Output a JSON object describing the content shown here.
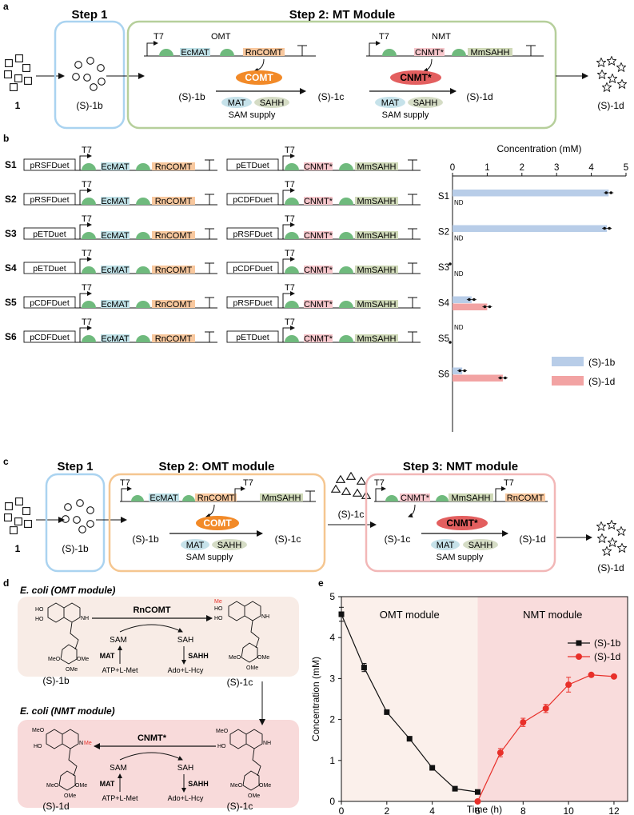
{
  "panel_a": {
    "letter": "a",
    "step1": "Step 1",
    "step2": "Step 2: MT Module",
    "start_label": "1",
    "s1b": "(S)-1b",
    "t7": "T7",
    "omt": "OMT",
    "nmt": "NMT",
    "ecmat": "EcMAT",
    "rncomt": "RnCOMT",
    "cnmt": "CNMT*",
    "mmsahh": "MmSAHH",
    "comt": "COMT",
    "cnmt_enzyme": "CNMT*",
    "mat": "MAT",
    "sahh": "SAHH",
    "sam_supply": "SAM supply",
    "s1c": "(S)-1c",
    "s1d": "(S)-1d"
  },
  "panel_b": {
    "letter": "b",
    "strains": [
      {
        "name": "S1",
        "p1": "pRSFDuet",
        "p2": "pETDuet"
      },
      {
        "name": "S2",
        "p1": "pRSFDuet",
        "p2": "pCDFDuet"
      },
      {
        "name": "S3",
        "p1": "pETDuet",
        "p2": "pRSFDuet"
      },
      {
        "name": "S4",
        "p1": "pETDuet",
        "p2": "pCDFDuet"
      },
      {
        "name": "S5",
        "p1": "pCDFDuet",
        "p2": "pRSFDuet"
      },
      {
        "name": "S6",
        "p1": "pCDFDuet",
        "p2": "pETDuet"
      }
    ],
    "t7": "T7",
    "ecmat": "EcMAT",
    "rncomt": "RnCOMT",
    "cnmt": "CNMT*",
    "mmsahh": "MmSAHH",
    "nd": "ND"
  },
  "panel_c": {
    "letter": "c",
    "step1": "Step 1",
    "step2": "Step 2: OMT module",
    "step3": "Step 3: NMT module",
    "start_label": "1",
    "s1b": "(S)-1b",
    "s1c": "(S)-1c",
    "s1d": "(S)-1d",
    "t7": "T7",
    "ecmat": "EcMAT",
    "rncomt": "RnCOMT",
    "mmsahh": "MmSAHH",
    "cnmt": "CNMT*",
    "comt": "COMT",
    "cnmt_enzyme": "CNMT*",
    "mat": "MAT",
    "sahh": "SAHH",
    "sam_supply": "SAM supply"
  },
  "panel_d": {
    "letter": "d",
    "omt_title": "E. coli (OMT module)",
    "nmt_title": "E. coli (NMT module)",
    "rncomt": "RnCOMT",
    "cnmt": "CNMT*",
    "sam": "SAM",
    "sah": "SAH",
    "mat": "MAT",
    "sahh": "SAHH",
    "atp": "ATP+L-Met",
    "ado": "Ado+L-Hcy",
    "s1b": "(S)-1b",
    "s1c": "(S)-1c",
    "s1d": "(S)-1d",
    "ho": "HO",
    "meo": "MeO",
    "ome": "OMe",
    "nh": "NH",
    "n": "N",
    "me": "Me"
  },
  "panel_e": {
    "letter": "e",
    "omt_region": "OMT module",
    "nmt_region": "NMT module"
  },
  "chart_data": [
    {
      "type": "bar",
      "orientation": "horizontal",
      "xlabel": "Concentration (mM)",
      "xlim": [
        0,
        5
      ],
      "xticks": [
        0,
        1,
        2,
        3,
        4,
        5
      ],
      "categories": [
        "S1",
        "S2",
        "S3",
        "S4",
        "S5",
        "S6"
      ],
      "series": [
        {
          "name": "(S)-1b",
          "values": [
            4.5,
            4.45,
            0.02,
            0.55,
            0.0,
            0.28
          ],
          "color": "#b8cde8"
        },
        {
          "name": "(S)-1d",
          "values": [
            0,
            0,
            0,
            1.0,
            0,
            1.45
          ],
          "color": "#f2a3a3"
        }
      ],
      "not_detected": [
        {
          "category": "S1",
          "series": "(S)-1d"
        },
        {
          "category": "S2",
          "series": "(S)-1d"
        },
        {
          "category": "S3",
          "series": "(S)-1d"
        },
        {
          "category": "S5",
          "series": "(S)-1b"
        }
      ],
      "legend": "bottom-right"
    },
    {
      "type": "line",
      "xlabel": "Time (h)",
      "ylabel": "Concentration (mM)",
      "xlim": [
        0,
        12.6
      ],
      "ylim": [
        0,
        5
      ],
      "xticks": [
        0,
        2,
        4,
        6,
        8,
        10,
        12
      ],
      "yticks": [
        0,
        1,
        2,
        3,
        4,
        5
      ],
      "series": [
        {
          "name": "(S)-1b",
          "color": "#111111",
          "marker": "square",
          "x": [
            0,
            1,
            2,
            3,
            4,
            5,
            6
          ],
          "y": [
            4.57,
            3.27,
            2.18,
            1.53,
            0.82,
            0.31,
            0.23
          ],
          "err": [
            0.17,
            0.1,
            0.05,
            0.04,
            0.04,
            0.04,
            0.03
          ]
        },
        {
          "name": "(S)-1d",
          "color": "#e8302a",
          "marker": "circle",
          "x": [
            6,
            7,
            8,
            9,
            10,
            11,
            12
          ],
          "y": [
            0.0,
            1.19,
            1.93,
            2.27,
            2.85,
            3.09,
            3.05
          ],
          "err": [
            0.02,
            0.1,
            0.1,
            0.1,
            0.18,
            0.04,
            0.04
          ]
        }
      ],
      "legend": "top-right"
    }
  ]
}
